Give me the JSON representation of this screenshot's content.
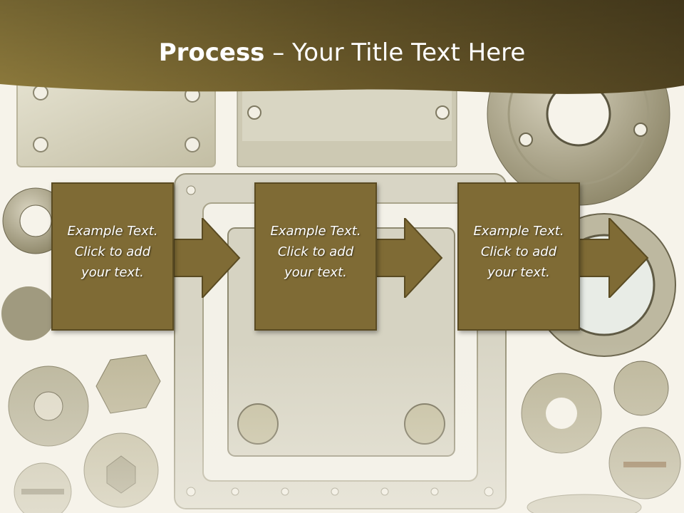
{
  "slide": {
    "title_bold": "Process",
    "title_rest": " – Your Title Text Here",
    "steps": [
      {
        "text": "Example Text.\nClick  to add\nyour text."
      },
      {
        "text": "Example Text.\nClick  to add\nyour text."
      },
      {
        "text": "Example Text.\nClick  to add\nyour text."
      }
    ]
  },
  "colors": {
    "banner": "#6b5a2a",
    "step_fill": "#7f6b35",
    "step_border": "#5a4b22",
    "background": "#f6f3ea"
  },
  "icons": [
    "arrow-right-icon",
    "metal-hardware-background"
  ]
}
